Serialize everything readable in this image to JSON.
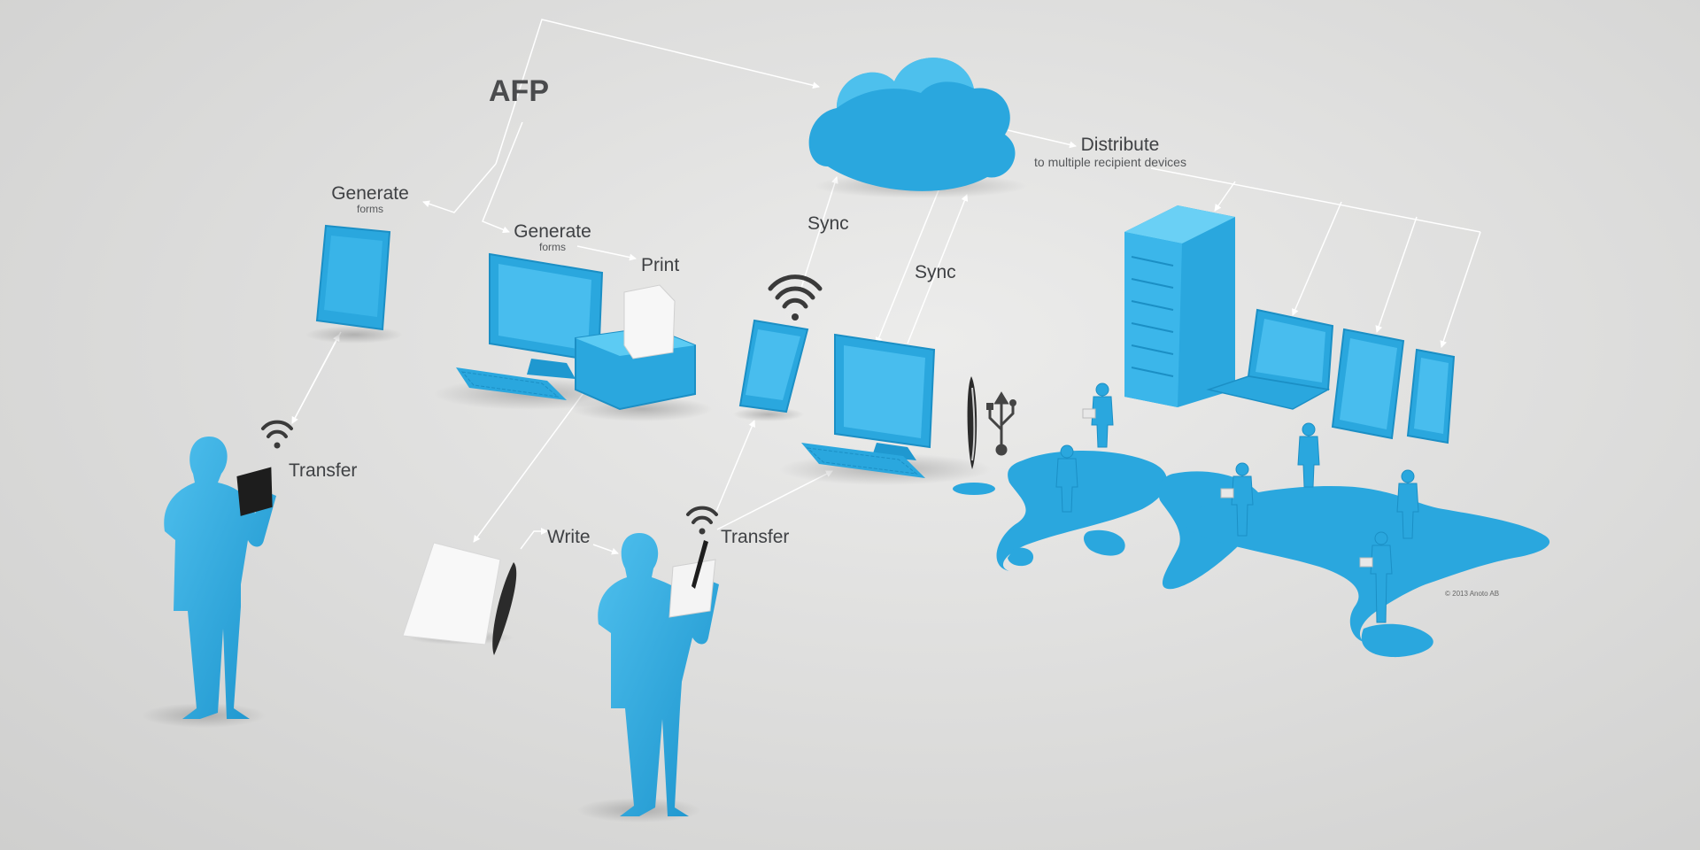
{
  "title": "AFP",
  "labels": {
    "generate_left": "Generate",
    "generate_left_sub": "forms",
    "generate_mid": "Generate",
    "generate_mid_sub": "forms",
    "print": "Print",
    "sync_top": "Sync",
    "sync_mid": "Sync",
    "distribute": "Distribute",
    "distribute_sub": "to multiple recipient devices",
    "transfer_left": "Transfer",
    "transfer_mid": "Transfer",
    "write": "Write",
    "copyright": "© 2013 Anoto AB"
  },
  "colors": {
    "accent_blue": "#2aa7de",
    "background": "#dddddc",
    "arrow": "#ffffff",
    "text": "#3f4144"
  }
}
